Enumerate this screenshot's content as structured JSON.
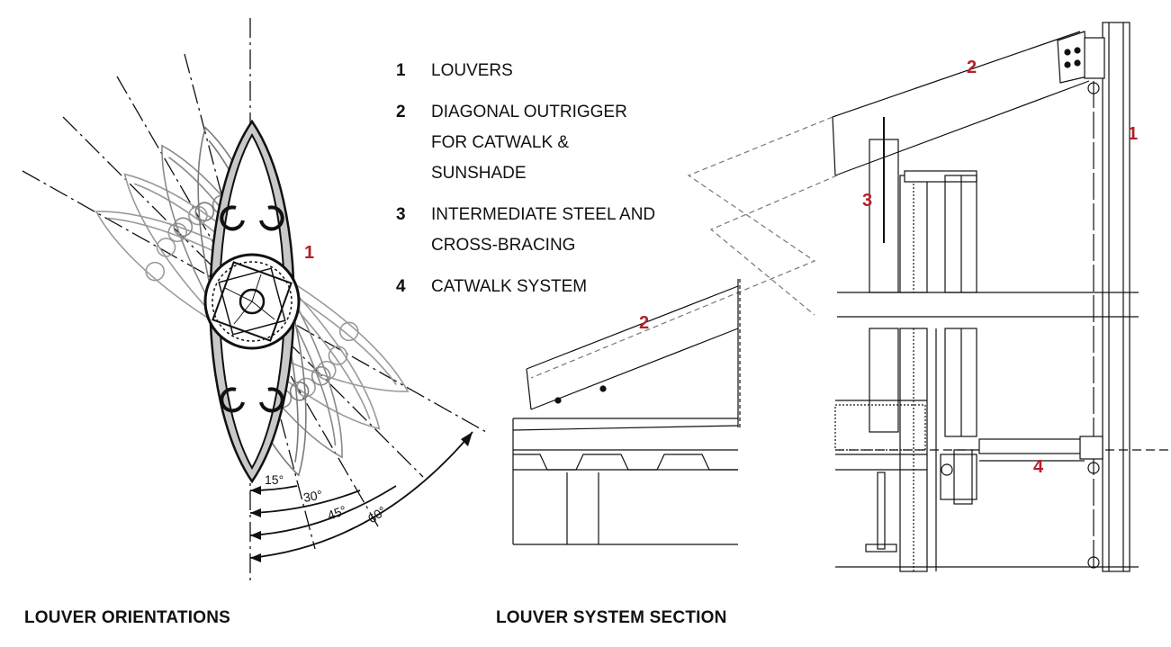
{
  "legend": {
    "items": [
      {
        "num": "1",
        "lines": [
          "LOUVERS"
        ]
      },
      {
        "num": "2",
        "lines": [
          "DIAGONAL OUTRIGGER",
          "FOR CATWALK &",
          "SUNSHADE"
        ]
      },
      {
        "num": "3",
        "lines": [
          "INTERMEDIATE STEEL AND",
          "CROSS-BRACING"
        ]
      },
      {
        "num": "4",
        "lines": [
          "CATWALK SYSTEM"
        ]
      }
    ]
  },
  "orientations": {
    "caption": "LOUVER ORIENTATIONS",
    "callout": "1",
    "angles": [
      "15°",
      "30°",
      "45°",
      "60°"
    ]
  },
  "section": {
    "caption": "LOUVER SYSTEM SECTION",
    "callouts": [
      "2",
      "2",
      "1",
      "3",
      "4"
    ]
  },
  "colors": {
    "callout": "#b3202a",
    "line": "#111111",
    "ghost": "#9a9a9a",
    "louver_fill": "#c9c9c9"
  }
}
